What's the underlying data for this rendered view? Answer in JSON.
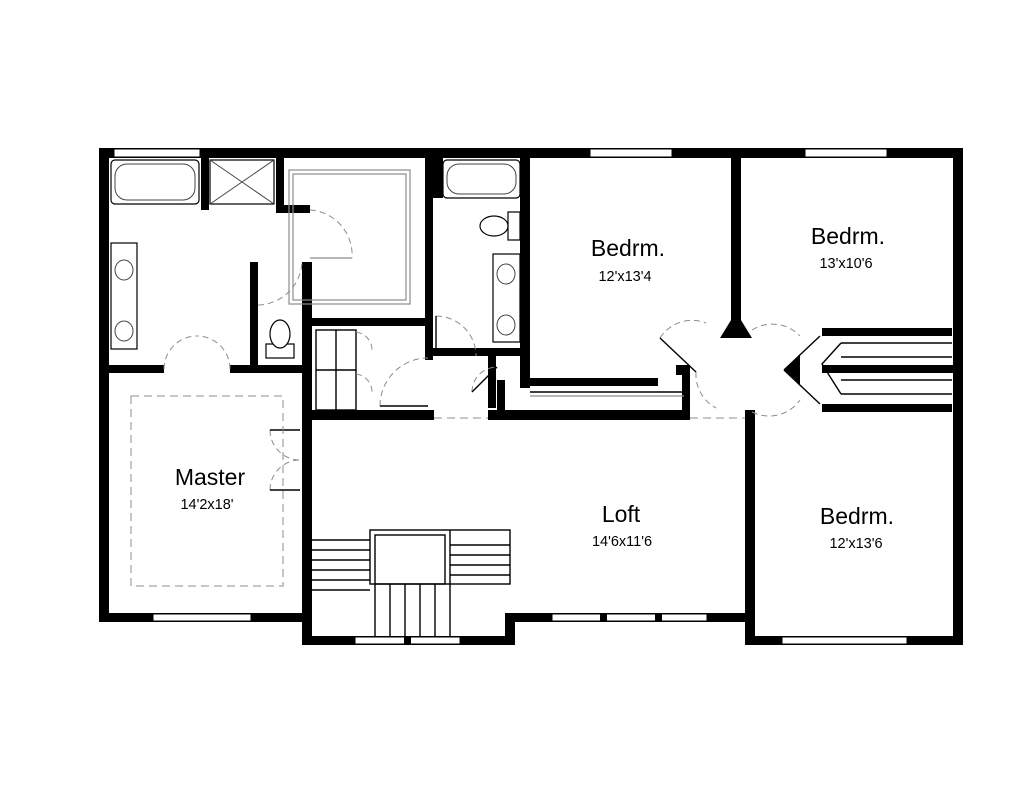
{
  "rooms": [
    {
      "id": "bedroom-1",
      "name": "Bedrm.",
      "dimensions": "12'x13'4"
    },
    {
      "id": "bedroom-2",
      "name": "Bedrm.",
      "dimensions": "13'x10'6"
    },
    {
      "id": "master",
      "name": "Master",
      "dimensions": "14'2x18'"
    },
    {
      "id": "loft",
      "name": "Loft",
      "dimensions": "14'6x11'6"
    },
    {
      "id": "bedroom-3",
      "name": "Bedrm.",
      "dimensions": "12'x13'6"
    }
  ],
  "colors": {
    "wall": "#000000",
    "line": "#8c8c8c",
    "background": "#ffffff"
  }
}
